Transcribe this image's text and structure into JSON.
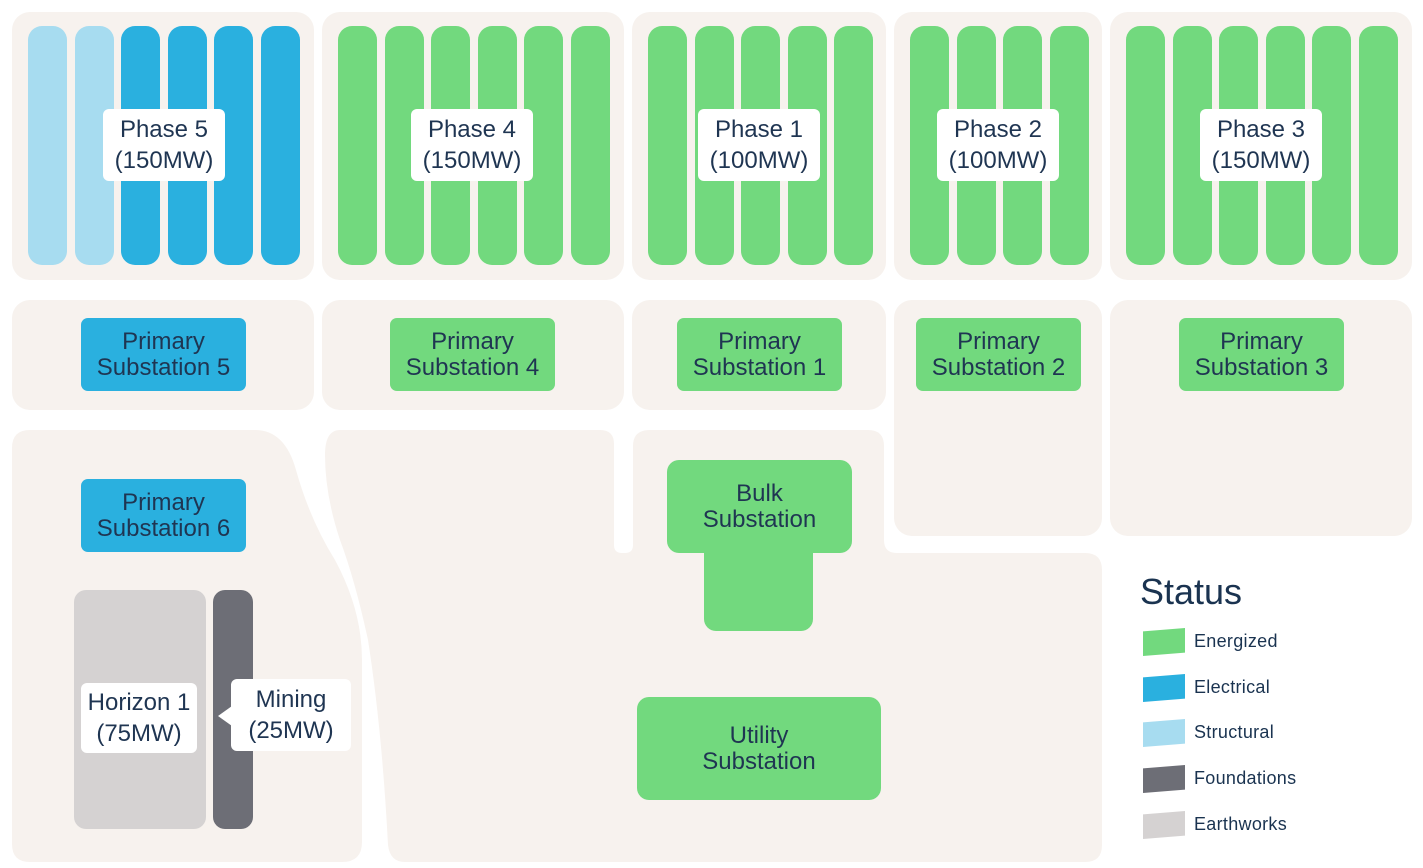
{
  "colors": {
    "energized": "#72d97e",
    "electrical": "#2ab0df",
    "structural": "#a7dcf0",
    "foundations": "#6d6e76",
    "earthworks": "#d5d2d2",
    "zone_bg": "#f7f2ee",
    "text": "#1f3552"
  },
  "phases": [
    {
      "name": "Phase 5",
      "capacity": "(150MW)",
      "bars": [
        "structural",
        "structural",
        "electrical",
        "electrical",
        "electrical",
        "electrical"
      ]
    },
    {
      "name": "Phase 4",
      "capacity": "(150MW)",
      "bars": [
        "energized",
        "energized",
        "energized",
        "energized",
        "energized",
        "energized"
      ]
    },
    {
      "name": "Phase 1",
      "capacity": "(100MW)",
      "bars": [
        "energized",
        "energized",
        "energized",
        "energized",
        "energized"
      ]
    },
    {
      "name": "Phase 2",
      "capacity": "(100MW)",
      "bars": [
        "energized",
        "energized",
        "energized",
        "energized"
      ]
    },
    {
      "name": "Phase 3",
      "capacity": "(150MW)",
      "bars": [
        "energized",
        "energized",
        "energized",
        "energized",
        "energized",
        "energized"
      ]
    }
  ],
  "substations": [
    {
      "line1": "Primary",
      "line2": "Substation 5",
      "status": "electrical"
    },
    {
      "line1": "Primary",
      "line2": "Substation 4",
      "status": "energized"
    },
    {
      "line1": "Primary",
      "line2": "Substation 1",
      "status": "energized"
    },
    {
      "line1": "Primary",
      "line2": "Substation 2",
      "status": "energized"
    },
    {
      "line1": "Primary",
      "line2": "Substation 3",
      "status": "energized"
    },
    {
      "line1": "Primary",
      "line2": "Substation 6",
      "status": "electrical"
    }
  ],
  "bulk": {
    "line1": "Bulk",
    "line2": "Substation",
    "status": "energized"
  },
  "utility": {
    "line1": "Utility",
    "line2": "Substation",
    "status": "energized"
  },
  "horizon": {
    "name": "Horizon 1",
    "capacity": "(75MW)",
    "status": "earthworks"
  },
  "mining": {
    "name": "Mining",
    "capacity": "(25MW)",
    "status": "foundations"
  },
  "legend": {
    "title": "Status",
    "items": [
      {
        "label": "Energized",
        "status": "energized"
      },
      {
        "label": "Electrical",
        "status": "electrical"
      },
      {
        "label": "Structural",
        "status": "structural"
      },
      {
        "label": "Foundations",
        "status": "foundations"
      },
      {
        "label": "Earthworks",
        "status": "earthworks"
      }
    ]
  }
}
